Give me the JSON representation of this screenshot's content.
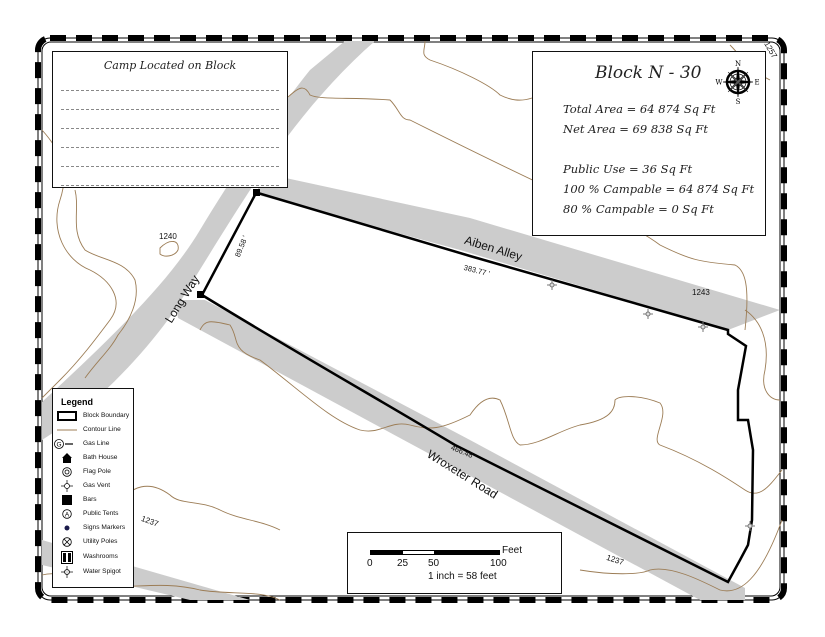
{
  "camp_panel": {
    "title": "Camp Located on Block",
    "blank_lines": 6
  },
  "block_panel": {
    "title": "Block N - 30",
    "total_area": "Total Area = 64 874 Sq Ft",
    "net_area": "Net Area = 69 838 Sq Ft",
    "public_use": "Public Use = 36 Sq Ft",
    "campable_100": "100 % Campable = 64 874 Sq Ft",
    "campable_80": "80 % Campable = 0 Sq Ft",
    "compass": {
      "n": "N",
      "s": "S",
      "e": "E",
      "w": "W"
    }
  },
  "legend": {
    "title": "Legend",
    "items": [
      {
        "label": "Block Boundary",
        "icon": "block-boundary-rect"
      },
      {
        "label": "Contour Line",
        "icon": "contour-line"
      },
      {
        "label": "Gas Line",
        "icon": "gas-line-circle-g"
      },
      {
        "label": "Bath House",
        "icon": "house-icon"
      },
      {
        "label": "Flag Pole",
        "icon": "concentric-circle-icon"
      },
      {
        "label": "Gas Vent",
        "icon": "gas-vent-crosshair-icon"
      },
      {
        "label": "Bars",
        "icon": "black-square-icon"
      },
      {
        "label": "Public Tents",
        "icon": "circled-a-icon"
      },
      {
        "label": "Signs Markers",
        "icon": "dot-icon"
      },
      {
        "label": "Utility Poles",
        "icon": "circled-x-icon"
      },
      {
        "label": "Washrooms",
        "icon": "restroom-icon"
      },
      {
        "label": "Water Spigot",
        "icon": "spigot-crosshair-icon"
      }
    ]
  },
  "scale_bar": {
    "unit": "Feet",
    "ticks": [
      "0",
      "25",
      "50",
      "100"
    ],
    "ratio": "1 inch = 58 feet"
  },
  "roads": {
    "long_way": "Long Way",
    "aiben_alley": "Aiben Alley",
    "wroxeter_road": "Wroxeter Road"
  },
  "dimensions": {
    "west_edge": "89.58 '",
    "north_edge": "383.77 '",
    "south_edge": "466.48 '"
  },
  "elevations": {
    "e1240": "1240",
    "e1243": "1243",
    "e1237_a": "1237",
    "e1237_b": "1237",
    "e1257": "1257"
  },
  "colors": {
    "road_fill": "#cccccc",
    "contour": "#9c7d56",
    "boundary": "#000000"
  }
}
